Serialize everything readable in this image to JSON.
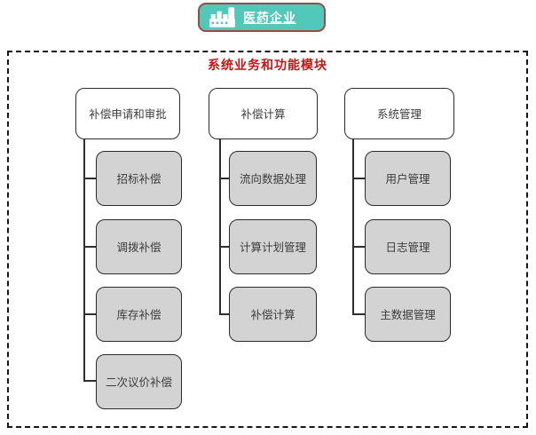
{
  "badge": {
    "label": "医药企业",
    "icon": "factory-icon",
    "background_color": "#52c8b9",
    "border_color": "#9c4a42",
    "text_color": "#ffffff"
  },
  "panel": {
    "title": "系统业务和功能模块",
    "title_color": "#c41414",
    "border_style": "dashed"
  },
  "tree": {
    "columns": [
      {
        "label": "补偿申请和审批",
        "children": [
          "招标补偿",
          "调拨补偿",
          "库存补偿",
          "二次议价补偿"
        ]
      },
      {
        "label": "补偿计算",
        "children": [
          "流向数据处理",
          "计算计划管理",
          "补偿计算"
        ]
      },
      {
        "label": "系统管理",
        "children": [
          "用户管理",
          "日志管理",
          "主数据管理"
        ]
      }
    ]
  },
  "colors": {
    "parent_node_fill": "#ffffff",
    "child_node_fill": "#d3d3d3",
    "node_border": "#2b2b2b",
    "connector": "#2f2f2f"
  }
}
